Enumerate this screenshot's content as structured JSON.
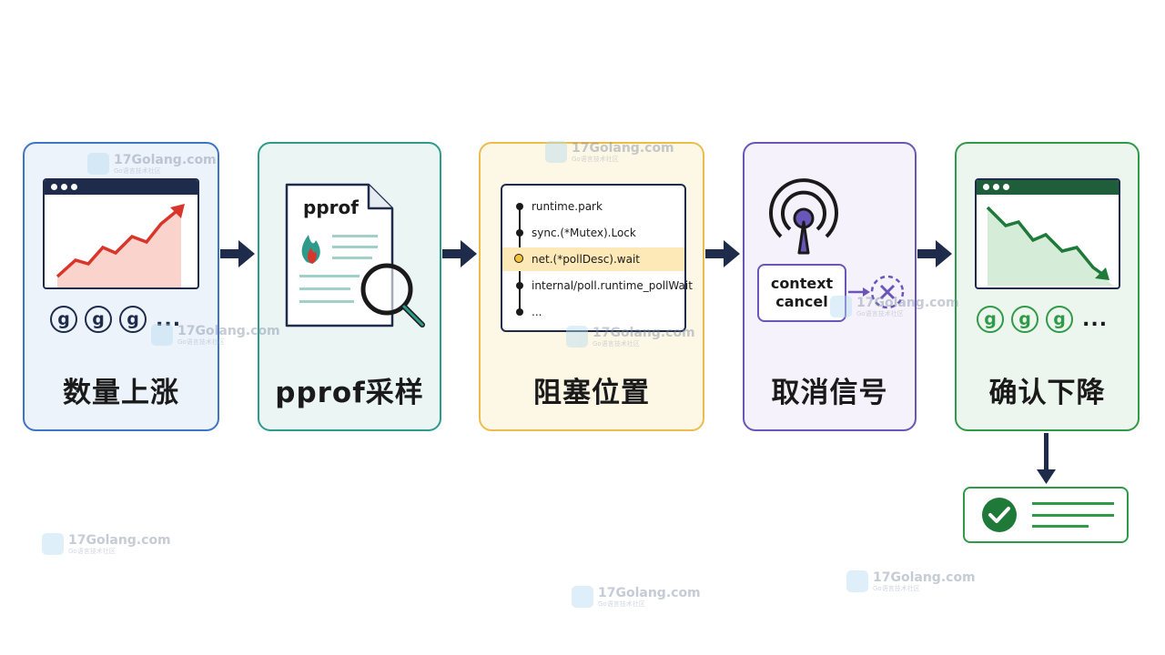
{
  "steps": [
    {
      "title": "数量上涨"
    },
    {
      "title": "pprof采样",
      "doc_label": "pprof"
    },
    {
      "title": "阻塞位置"
    },
    {
      "title": "取消信号",
      "ctx_line1": "context",
      "ctx_line2": "cancel"
    },
    {
      "title": "确认下降"
    }
  ],
  "goroutine_letter": "g",
  "ellipsis": "...",
  "stack_frames": [
    "runtime.park",
    "sync.(*Mutex).Lock",
    "net.(*pollDesc).wait",
    "internal/poll.runtime_pollWait",
    "..."
  ],
  "highlighted_frame": 2,
  "watermark": {
    "name": "17Golang.com",
    "sub": "Go语言技术社区"
  },
  "colors": {
    "blue": "#3d75c7",
    "teal": "#2e9a8c",
    "yellow": "#ebbd4c",
    "purple": "#6a55b8",
    "green": "#2f9a47",
    "navy": "#1e2b4a",
    "red_trend": "#d9362b"
  },
  "icons": [
    "browser-window-icon",
    "rising-trend-icon",
    "document-icon",
    "flame-icon",
    "magnifier-icon",
    "broadcast-antenna-icon",
    "cancel-x-icon",
    "falling-trend-icon",
    "check-circle-icon"
  ]
}
